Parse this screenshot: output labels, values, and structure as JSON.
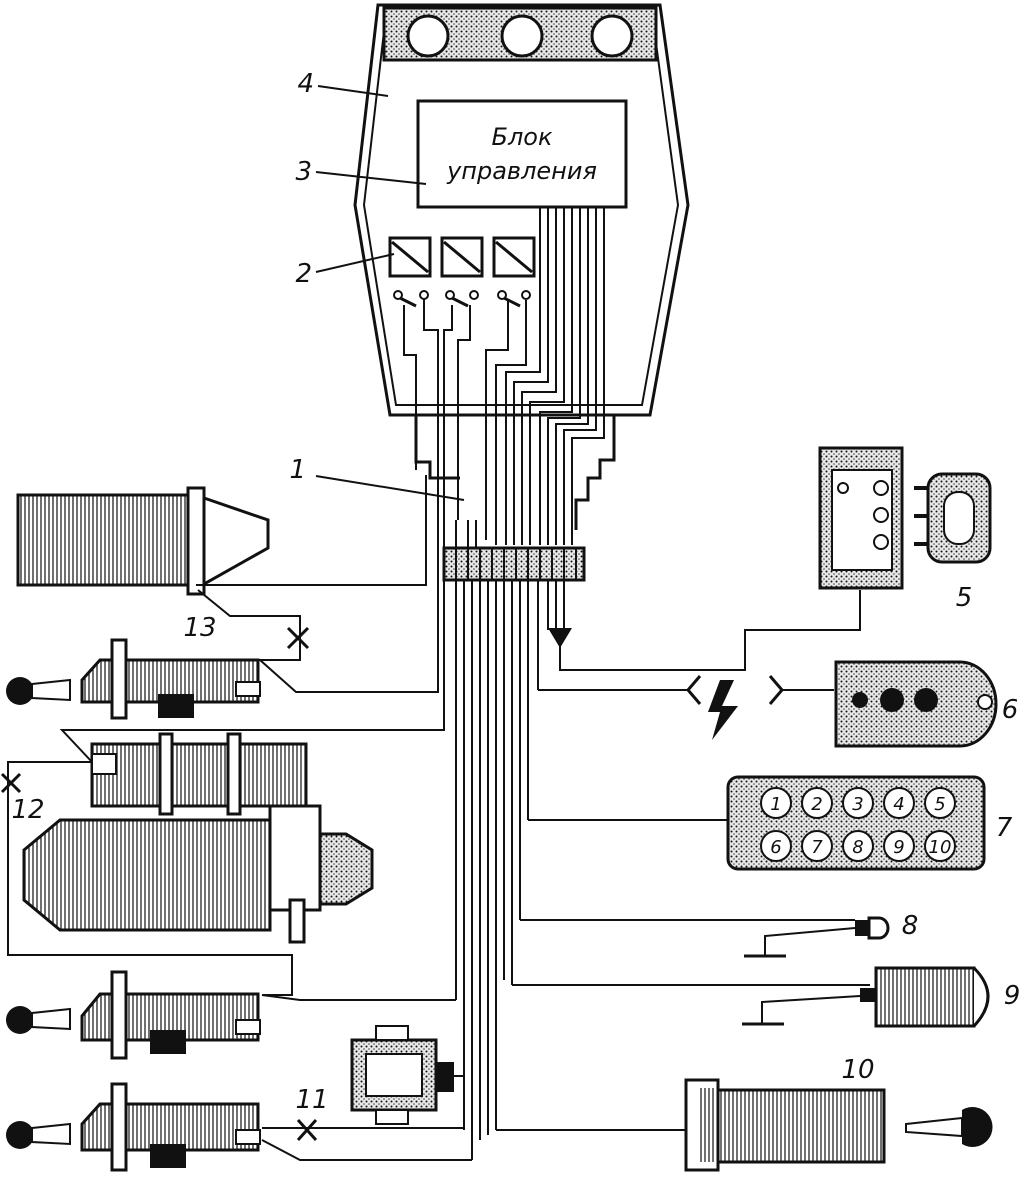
{
  "control_block": {
    "line1": "Блок",
    "line2": "управления"
  },
  "labels": {
    "l1": "1",
    "l2": "2",
    "l3": "3",
    "l4": "4",
    "l5": "5",
    "l6": "6",
    "l7": "7",
    "l8": "8",
    "l9": "9",
    "l10": "10",
    "l11": "11",
    "l12": "12",
    "l13": "13"
  },
  "keypad": {
    "keys": [
      "1",
      "2",
      "3",
      "4",
      "5",
      "6",
      "7",
      "8",
      "9",
      "10"
    ]
  },
  "colors": {
    "ink": "#111111",
    "paper": "#ffffff",
    "hatch": "#d8d8d8"
  }
}
